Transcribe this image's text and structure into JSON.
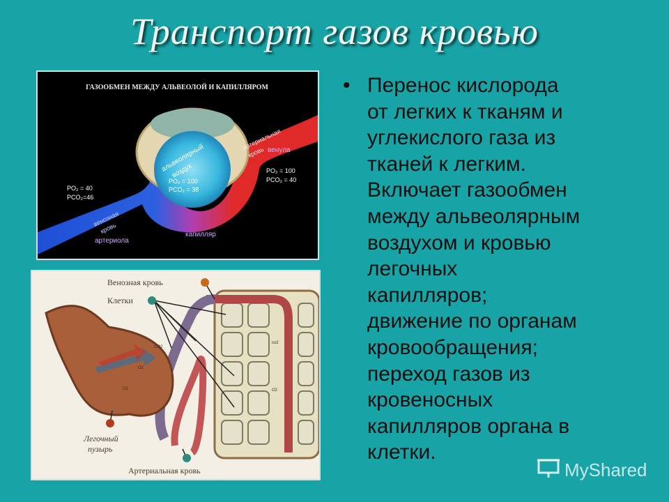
{
  "slide": {
    "title": "Транспорт газов кровью"
  },
  "figure_top": {
    "heading": "ГАЗООБМЕН МЕЖДУ АЛЬВЕОЛОЙ И КАПИЛЛЯРОМ",
    "left_po2": "PO₂ = 40",
    "left_pco2": "PCO₂=46",
    "center_po2": "PO₂ = 100",
    "center_pco2": "PCO₂ = 38",
    "right_po2": "PO₂ = 100",
    "right_pco2": "PCO₂ = 40",
    "alveolar_label_1": "альвеолярный",
    "alveolar_label_2": "воздух",
    "venous_label_1": "венозная",
    "venous_label_2": "кровь",
    "arterial_label_1": "артериальная",
    "arterial_label_2": "кровь",
    "venule": "венула",
    "arteriole": "артериола",
    "capillary": "капилляр"
  },
  "figure_bottom": {
    "venous_blood": "Венозная кровь",
    "cells": "Клетки",
    "lung_vesicle_1": "Легочный",
    "lung_vesicle_2": "пузырь",
    "arterial_blood": "Артериальная кровь",
    "o2_a": "O2",
    "o2_b": "O2",
    "co2": "co2",
    "o2_c": "O2",
    "co2_b": "CO2"
  },
  "bullet_symbol": "•",
  "body_lines": [
    "Перенос кислорода",
    "от легких к тканям и",
    "углекислого газа из",
    "тканей к легким.",
    "Включает газообмен",
    "между альвеолярным",
    "воздухом и кровью",
    "легочных",
    "капилляров;",
    "движение по органам",
    "кровообращения;",
    "переход газов из",
    "кровеносных",
    "капилляров органа в",
    "клетки."
  ],
  "watermark": {
    "text": "MyShared"
  }
}
